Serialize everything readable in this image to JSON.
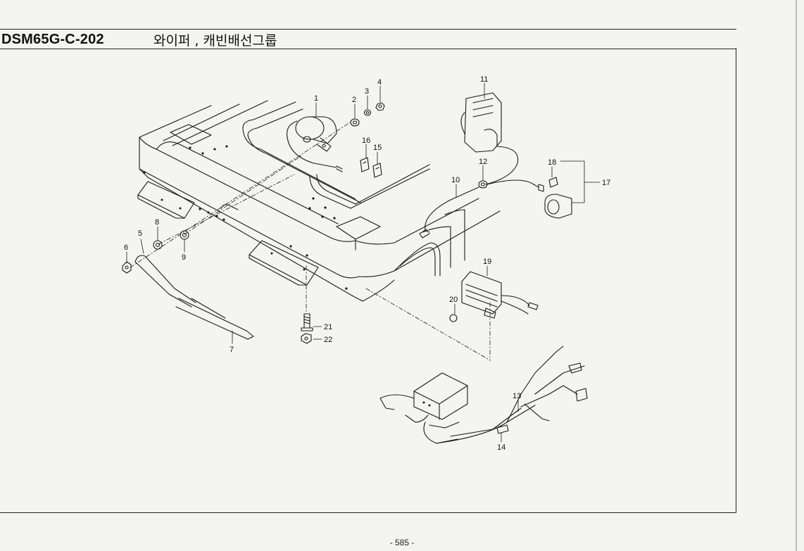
{
  "header": {
    "code": "DSM65G-C-202",
    "title": "와이퍼 , 캐빈배선그룹"
  },
  "callouts": [
    {
      "id": "1",
      "text": "1"
    },
    {
      "id": "2",
      "text": "2"
    },
    {
      "id": "3",
      "text": "3"
    },
    {
      "id": "4",
      "text": "4"
    },
    {
      "id": "5",
      "text": "5"
    },
    {
      "id": "6",
      "text": "6"
    },
    {
      "id": "7",
      "text": "7"
    },
    {
      "id": "8",
      "text": "8"
    },
    {
      "id": "9",
      "text": "9"
    },
    {
      "id": "10",
      "text": "10"
    },
    {
      "id": "11",
      "text": "11"
    },
    {
      "id": "12",
      "text": "12"
    },
    {
      "id": "13",
      "text": "13"
    },
    {
      "id": "14",
      "text": "14"
    },
    {
      "id": "15",
      "text": "15"
    },
    {
      "id": "16",
      "text": "16"
    },
    {
      "id": "17",
      "text": "17"
    },
    {
      "id": "18",
      "text": "18"
    },
    {
      "id": "19",
      "text": "19"
    },
    {
      "id": "20",
      "text": "20"
    },
    {
      "id": "21",
      "text": "21"
    },
    {
      "id": "22",
      "text": "22"
    }
  ],
  "footer": {
    "page_number": "- 585 -"
  },
  "colors": {
    "paper": "#f4f4f2",
    "ink": "#1a1a1a"
  }
}
